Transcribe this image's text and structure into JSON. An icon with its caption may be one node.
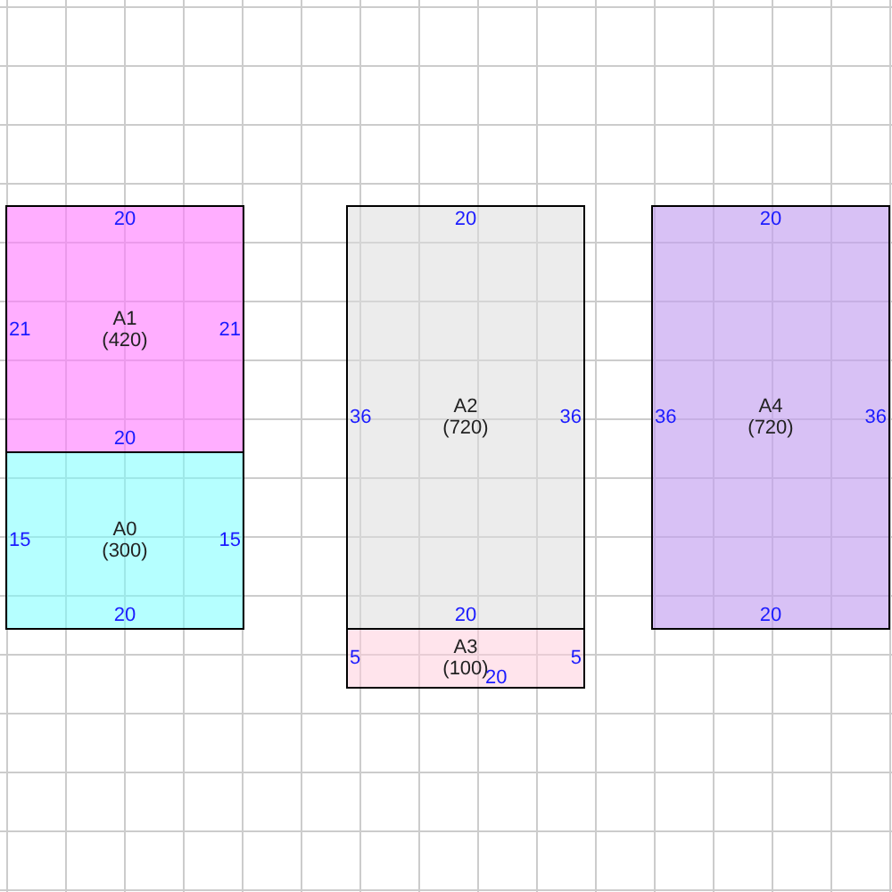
{
  "diagram": {
    "nodes": [
      {
        "text": [
          "20",
          "21",
          "A1 (420)",
          "21",
          "20"
        ]
      },
      {
        "text": [
          "15",
          "A0 (300)",
          "15",
          "20"
        ]
      },
      {
        "text": [
          "20",
          "36",
          "A2 (720)",
          "36",
          "20"
        ]
      },
      {
        "text": [
          "5",
          "A3 (100)",
          "5",
          "20"
        ]
      },
      {
        "text": [
          "20",
          "36",
          "A4 (720)",
          "36",
          "20"
        ]
      }
    ]
  }
}
